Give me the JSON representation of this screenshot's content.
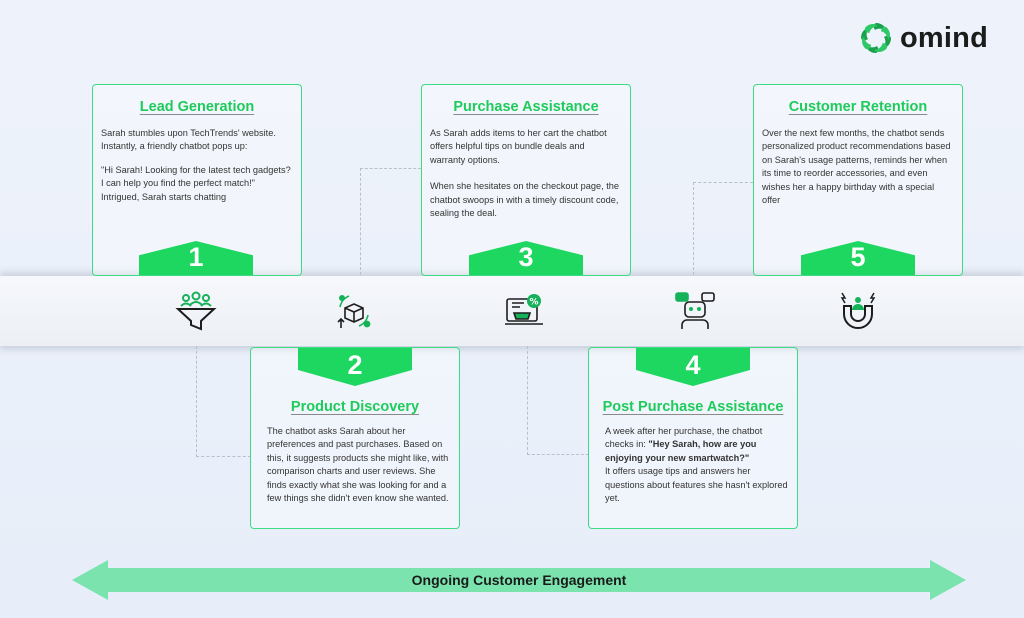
{
  "brand": {
    "name": "omind",
    "logo_icon": "swirl-logo-icon",
    "accent": "#1ed760"
  },
  "stages": [
    {
      "number": "1",
      "title": "Lead Generation",
      "icon": "funnel-people-icon",
      "body": [
        "Sarah stumbles upon TechTrends' website. Instantly, a friendly chatbot pops up:",
        "\"Hi Sarah! Looking for the latest tech gadgets? I can help you find the perfect match!\"",
        "Intrigued, Sarah starts chatting"
      ]
    },
    {
      "number": "2",
      "title": "Product Discovery",
      "icon": "product-cycle-icon",
      "body": [
        "The chatbot asks Sarah about her preferences and past purchases. Based on this, it suggests products she might like, with comparison charts and user reviews. She finds exactly what she was looking for and a few things she didn't even know she wanted."
      ]
    },
    {
      "number": "3",
      "title": "Purchase Assistance",
      "icon": "online-shop-discount-icon",
      "body": [
        "As Sarah adds items to her cart the chatbot offers helpful tips on bundle deals and warranty options.",
        "When she hesitates on the checkout page, the chatbot swoops in with a timely discount code, sealing the deal."
      ]
    },
    {
      "number": "4",
      "title": "Post Purchase Assistance",
      "icon": "chatbot-robot-icon",
      "body_pre": "A week after her purchase, the chatbot checks in: ",
      "body_bold": "\"Hey Sarah, how are you enjoying your new smartwatch?\"",
      "body_post": "It offers usage tips and answers her questions about features she hasn't explored yet."
    },
    {
      "number": "5",
      "title": "Customer Retention",
      "icon": "magnet-customer-icon",
      "body": [
        "Over the next few months, the chatbot sends personalized product recommendations based on Sarah's usage patterns, reminds her when its time to reorder accessories, and even wishes her a happy birthday with a special offer"
      ]
    }
  ],
  "footer": {
    "label": "Ongoing Customer Engagement",
    "arrow_color": "#7be3ad"
  }
}
